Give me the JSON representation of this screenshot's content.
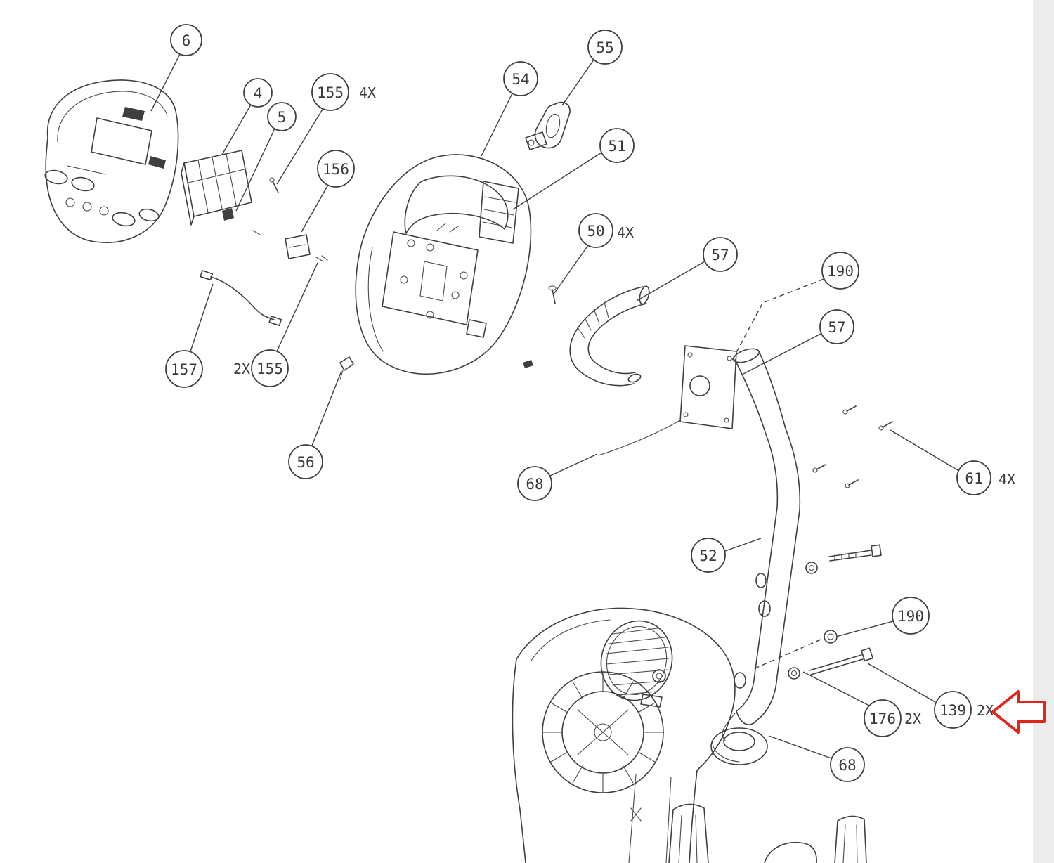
{
  "figure": {
    "kind": "exploded-parts-diagram",
    "description": "Exercise machine console, handlebar and mast exploded parts view",
    "background": "#ffffff",
    "line_color": "#3f3f3f",
    "highlight_color": "#e2251c"
  },
  "callouts": [
    {
      "label": "6"
    },
    {
      "label": "4"
    },
    {
      "label": "5"
    },
    {
      "label": "155",
      "qty": "4X"
    },
    {
      "label": "156"
    },
    {
      "label": "54"
    },
    {
      "label": "55"
    },
    {
      "label": "51"
    },
    {
      "label": "50",
      "qty": "4X"
    },
    {
      "label": "57"
    },
    {
      "label": "190"
    },
    {
      "label": "57"
    },
    {
      "label": "61",
      "qty": "4X"
    },
    {
      "label": "68"
    },
    {
      "label": "52"
    },
    {
      "label": "190"
    },
    {
      "label": "176",
      "qty": "2X"
    },
    {
      "label": "139",
      "qty": "2X"
    },
    {
      "label": "68"
    },
    {
      "label": "157"
    },
    {
      "label": "155",
      "qty": "2X"
    },
    {
      "label": "56"
    }
  ]
}
